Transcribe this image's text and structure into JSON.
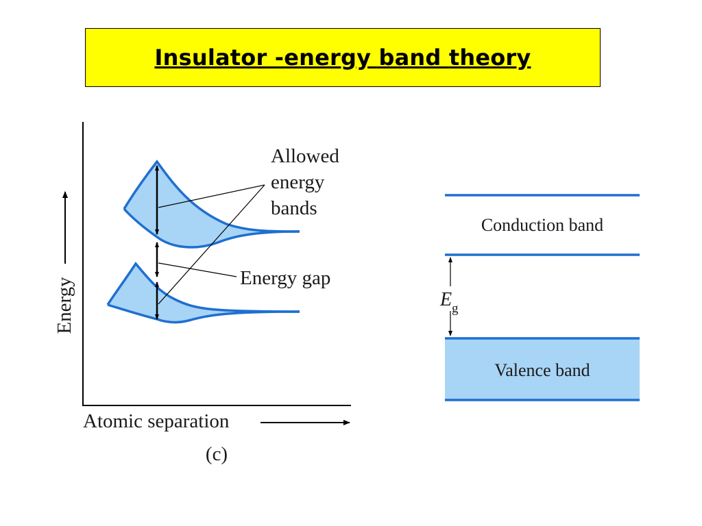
{
  "title": "Insulator -energy band theory",
  "left_diagram": {
    "y_axis_label": "Energy",
    "x_axis_label": "Atomic separation",
    "annotation_allowed_line1": "Allowed",
    "annotation_allowed_line2": "energy",
    "annotation_allowed_line3": "bands",
    "annotation_gap": "Energy gap",
    "caption": "(c)"
  },
  "right_diagram": {
    "conduction_label": "Conduction band",
    "valence_label": "Valence band",
    "gap_symbol": "E",
    "gap_subscript": "g"
  },
  "colors": {
    "title_background": "#ffff00",
    "band_fill": "#a8d4f5",
    "band_edge": "#1f6fd0"
  }
}
